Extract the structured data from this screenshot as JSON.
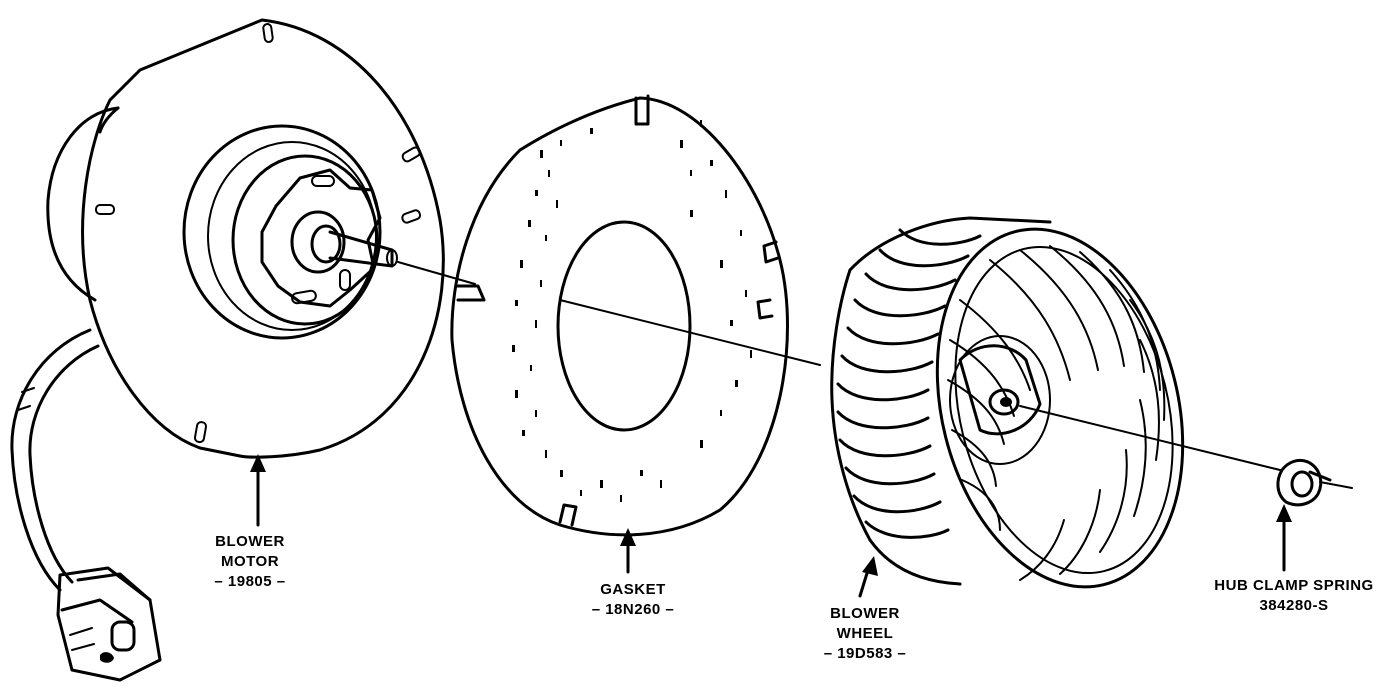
{
  "parts": [
    {
      "id": "blower-motor",
      "name_lines": [
        "BLOWER",
        "MOTOR"
      ],
      "part_number": "– 19805 –"
    },
    {
      "id": "gasket",
      "name_lines": [
        "GASKET"
      ],
      "part_number": "– 18N260 –"
    },
    {
      "id": "blower-wheel",
      "name_lines": [
        "BLOWER",
        "WHEEL"
      ],
      "part_number": "– 19D583 –"
    },
    {
      "id": "hub-clamp-spring",
      "name_lines": [
        "HUB CLAMP SPRING"
      ],
      "part_number": "384280-S"
    }
  ],
  "colors": {
    "ink": "#000000",
    "paper": "#ffffff"
  }
}
